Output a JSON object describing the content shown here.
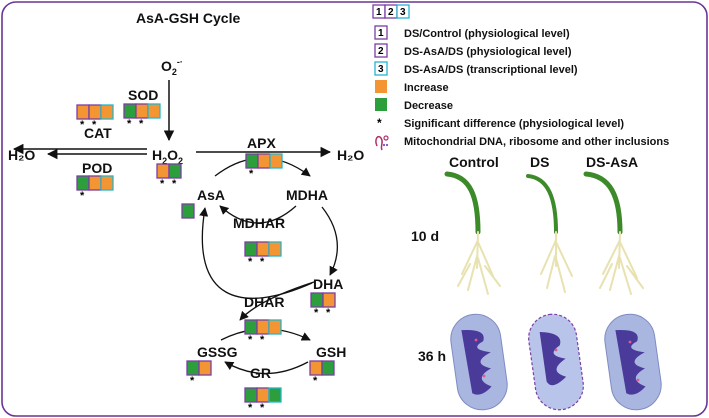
{
  "title": "AsA-GSH Cycle",
  "colors": {
    "increase": "#f39533",
    "decrease": "#2c9e3c",
    "box1": "#7b3fa5",
    "box2": "#7b3fa5",
    "box3": "#23b5cf",
    "border": "#6a3593",
    "arrow": "#111111",
    "mito_outer": "#a9b6e0",
    "mito_inner": "#4a3a9a"
  },
  "species": {
    "o2": "O",
    "o2_sub": "2",
    "o2_sup": "-·",
    "h2o2_main": "H",
    "h2o2_sub1": "2",
    "h2o2_mid": "O",
    "h2o2_sub2": "2",
    "h2o_left": "H₂O",
    "h2o_right": "H₂O"
  },
  "labels": {
    "sod": "SOD",
    "cat": "CAT",
    "pod": "POD",
    "apx": "APX",
    "asa": "AsA",
    "mdha": "MDHA",
    "mdhar": "MDHAR",
    "dha": "DHA",
    "dhar": "DHAR",
    "gssg": "GSSG",
    "gsh": "GSH",
    "gr": "GR"
  },
  "indicators": {
    "sod": {
      "colors": [
        "decrease",
        "increase",
        "increase"
      ],
      "stars": [
        true,
        true,
        false
      ]
    },
    "cat": {
      "colors": [
        "increase",
        "increase",
        "increase"
      ],
      "stars": [
        true,
        true,
        false
      ]
    },
    "pod": {
      "colors": [
        "decrease",
        "increase",
        "increase"
      ],
      "stars": [
        true,
        false,
        false
      ]
    },
    "h2o2": {
      "colors": [
        "increase",
        "decrease"
      ],
      "stars": [
        true,
        true
      ]
    },
    "apx": {
      "colors": [
        "decrease",
        "increase",
        "increase"
      ],
      "stars": [
        true,
        false,
        false
      ]
    },
    "asa": {
      "colors": [
        "decrease"
      ],
      "stars": [
        false
      ]
    },
    "mdhar": {
      "colors": [
        "decrease",
        "increase",
        "increase"
      ],
      "stars": [
        true,
        true,
        false
      ]
    },
    "dha": {
      "colors": [
        "decrease",
        "increase"
      ],
      "stars": [
        true,
        true
      ]
    },
    "dhar": {
      "colors": [
        "decrease",
        "increase",
        "increase"
      ],
      "stars": [
        true,
        true,
        false
      ]
    },
    "gssg": {
      "colors": [
        "decrease",
        "increase"
      ],
      "stars": [
        true,
        false
      ]
    },
    "gsh": {
      "colors": [
        "increase",
        "decrease"
      ],
      "stars": [
        true,
        false
      ]
    },
    "gr": {
      "colors": [
        "decrease",
        "increase",
        "decrease"
      ],
      "stars": [
        true,
        true,
        false
      ]
    }
  },
  "legend": {
    "header_boxes": [
      "1",
      "2",
      "3"
    ],
    "items": [
      {
        "key": "1",
        "text": "DS/Control (physiological level)"
      },
      {
        "key": "2",
        "text": "DS-AsA/DS (physiological level)"
      },
      {
        "key": "3",
        "text": "DS-AsA/DS (transcriptional level)"
      }
    ],
    "increase": "Increase",
    "decrease": "Decrease",
    "star": "*",
    "significant": "Significant difference (physiological level)",
    "mito": "Mitochondrial DNA, ribosome and other inclusions"
  },
  "panel": {
    "columns": [
      "Control",
      "DS",
      "DS-AsA"
    ],
    "rows": [
      "10 d",
      "36 h"
    ]
  }
}
